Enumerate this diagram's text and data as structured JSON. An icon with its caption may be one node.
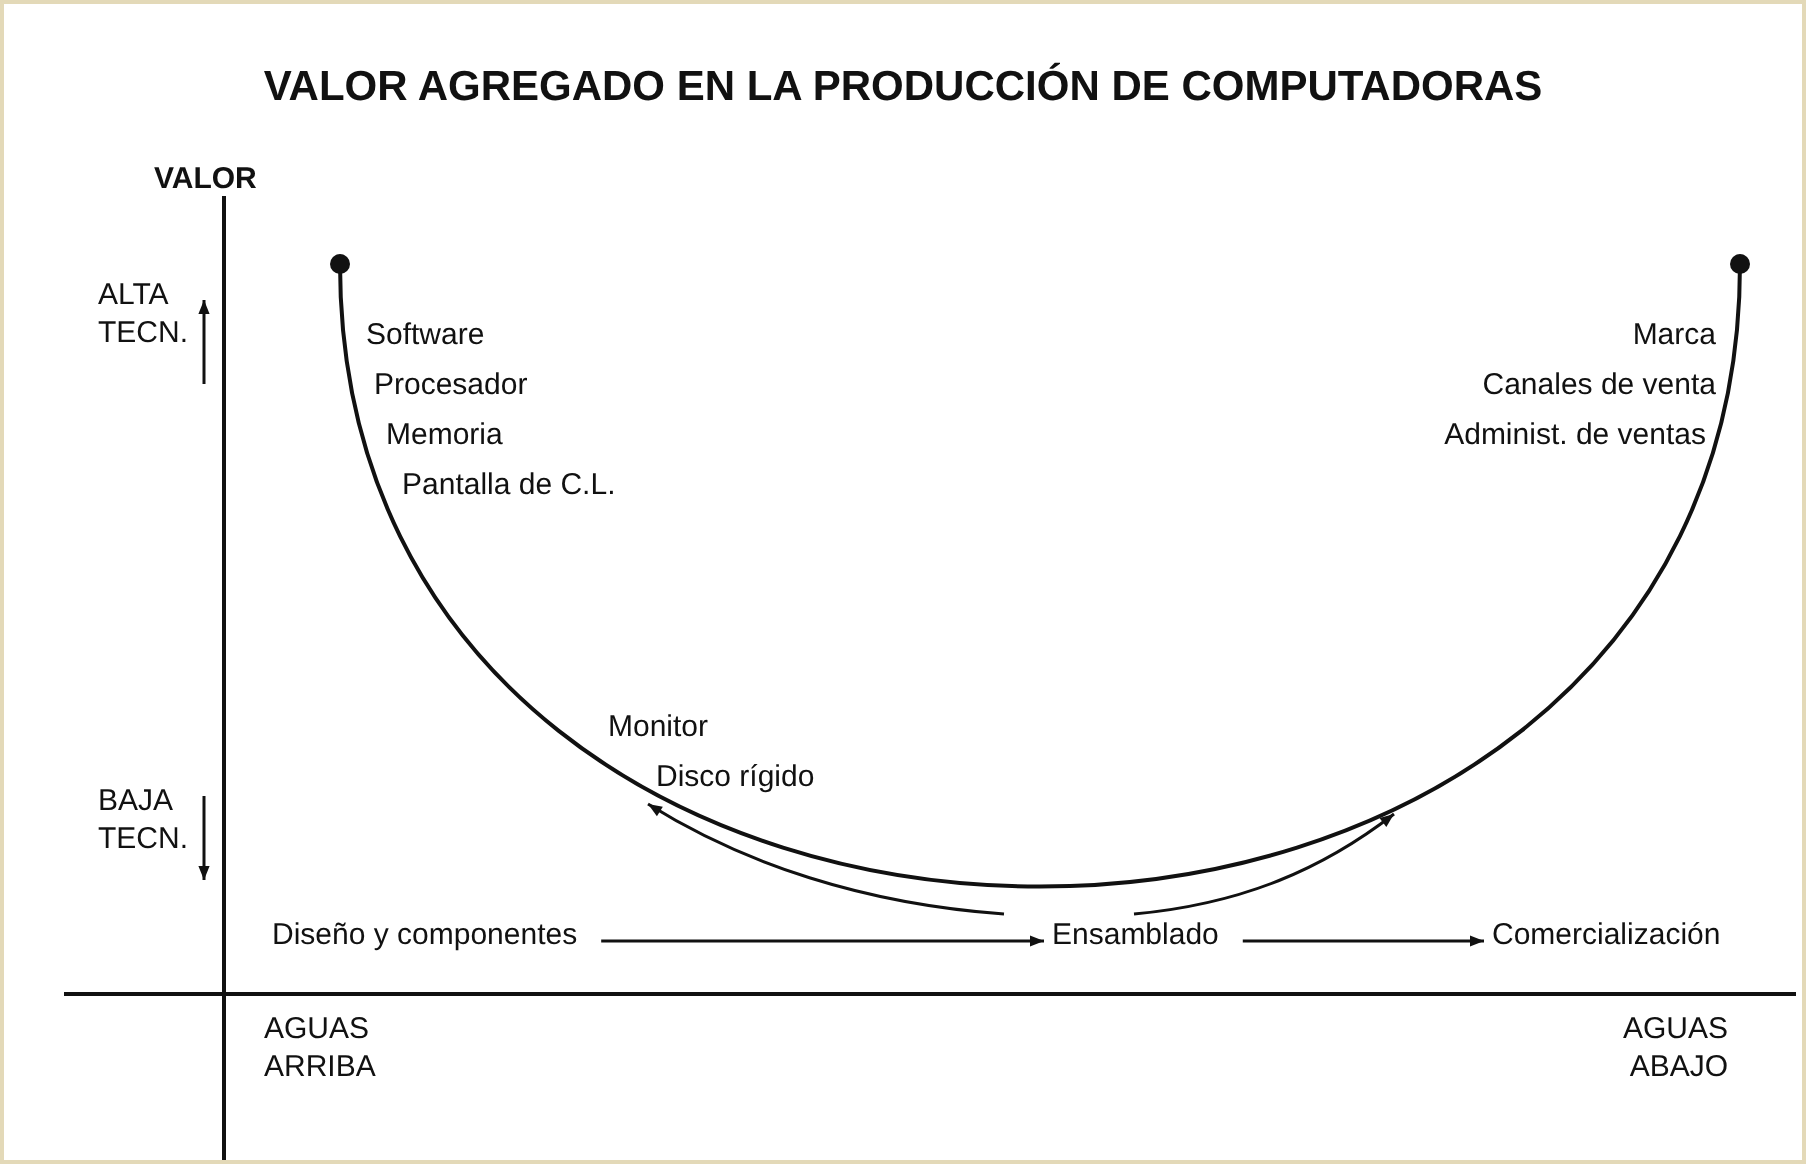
{
  "diagram": {
    "title": "VALOR AGREGADO EN LA PRODUCCIÓN DE COMPUTADORAS",
    "nodes": [
      {
        "text": [
          "Diseño y componentes"
        ]
      },
      {
        "text": [
          "Ensamblado"
        ]
      },
      {
        "text": [
          "Comercialización"
        ]
      }
    ],
    "edges": [
      {
        "from": 0,
        "to": 1,
        "arrow": "to"
      },
      {
        "from": 1,
        "to": 2,
        "arrow": "to"
      }
    ],
    "labels": [
      "VALOR",
      "ALTA TECN.",
      "Software",
      "Marca",
      "Procesador",
      "Canales de venta",
      "Memoria",
      "Administ. de ventas",
      "Pantalla de C.L.",
      "Monitor",
      "Disco rígido",
      "BAJA TECN.",
      "AGUAS ARRIBA",
      "AGUAS ABAJO"
    ]
  }
}
